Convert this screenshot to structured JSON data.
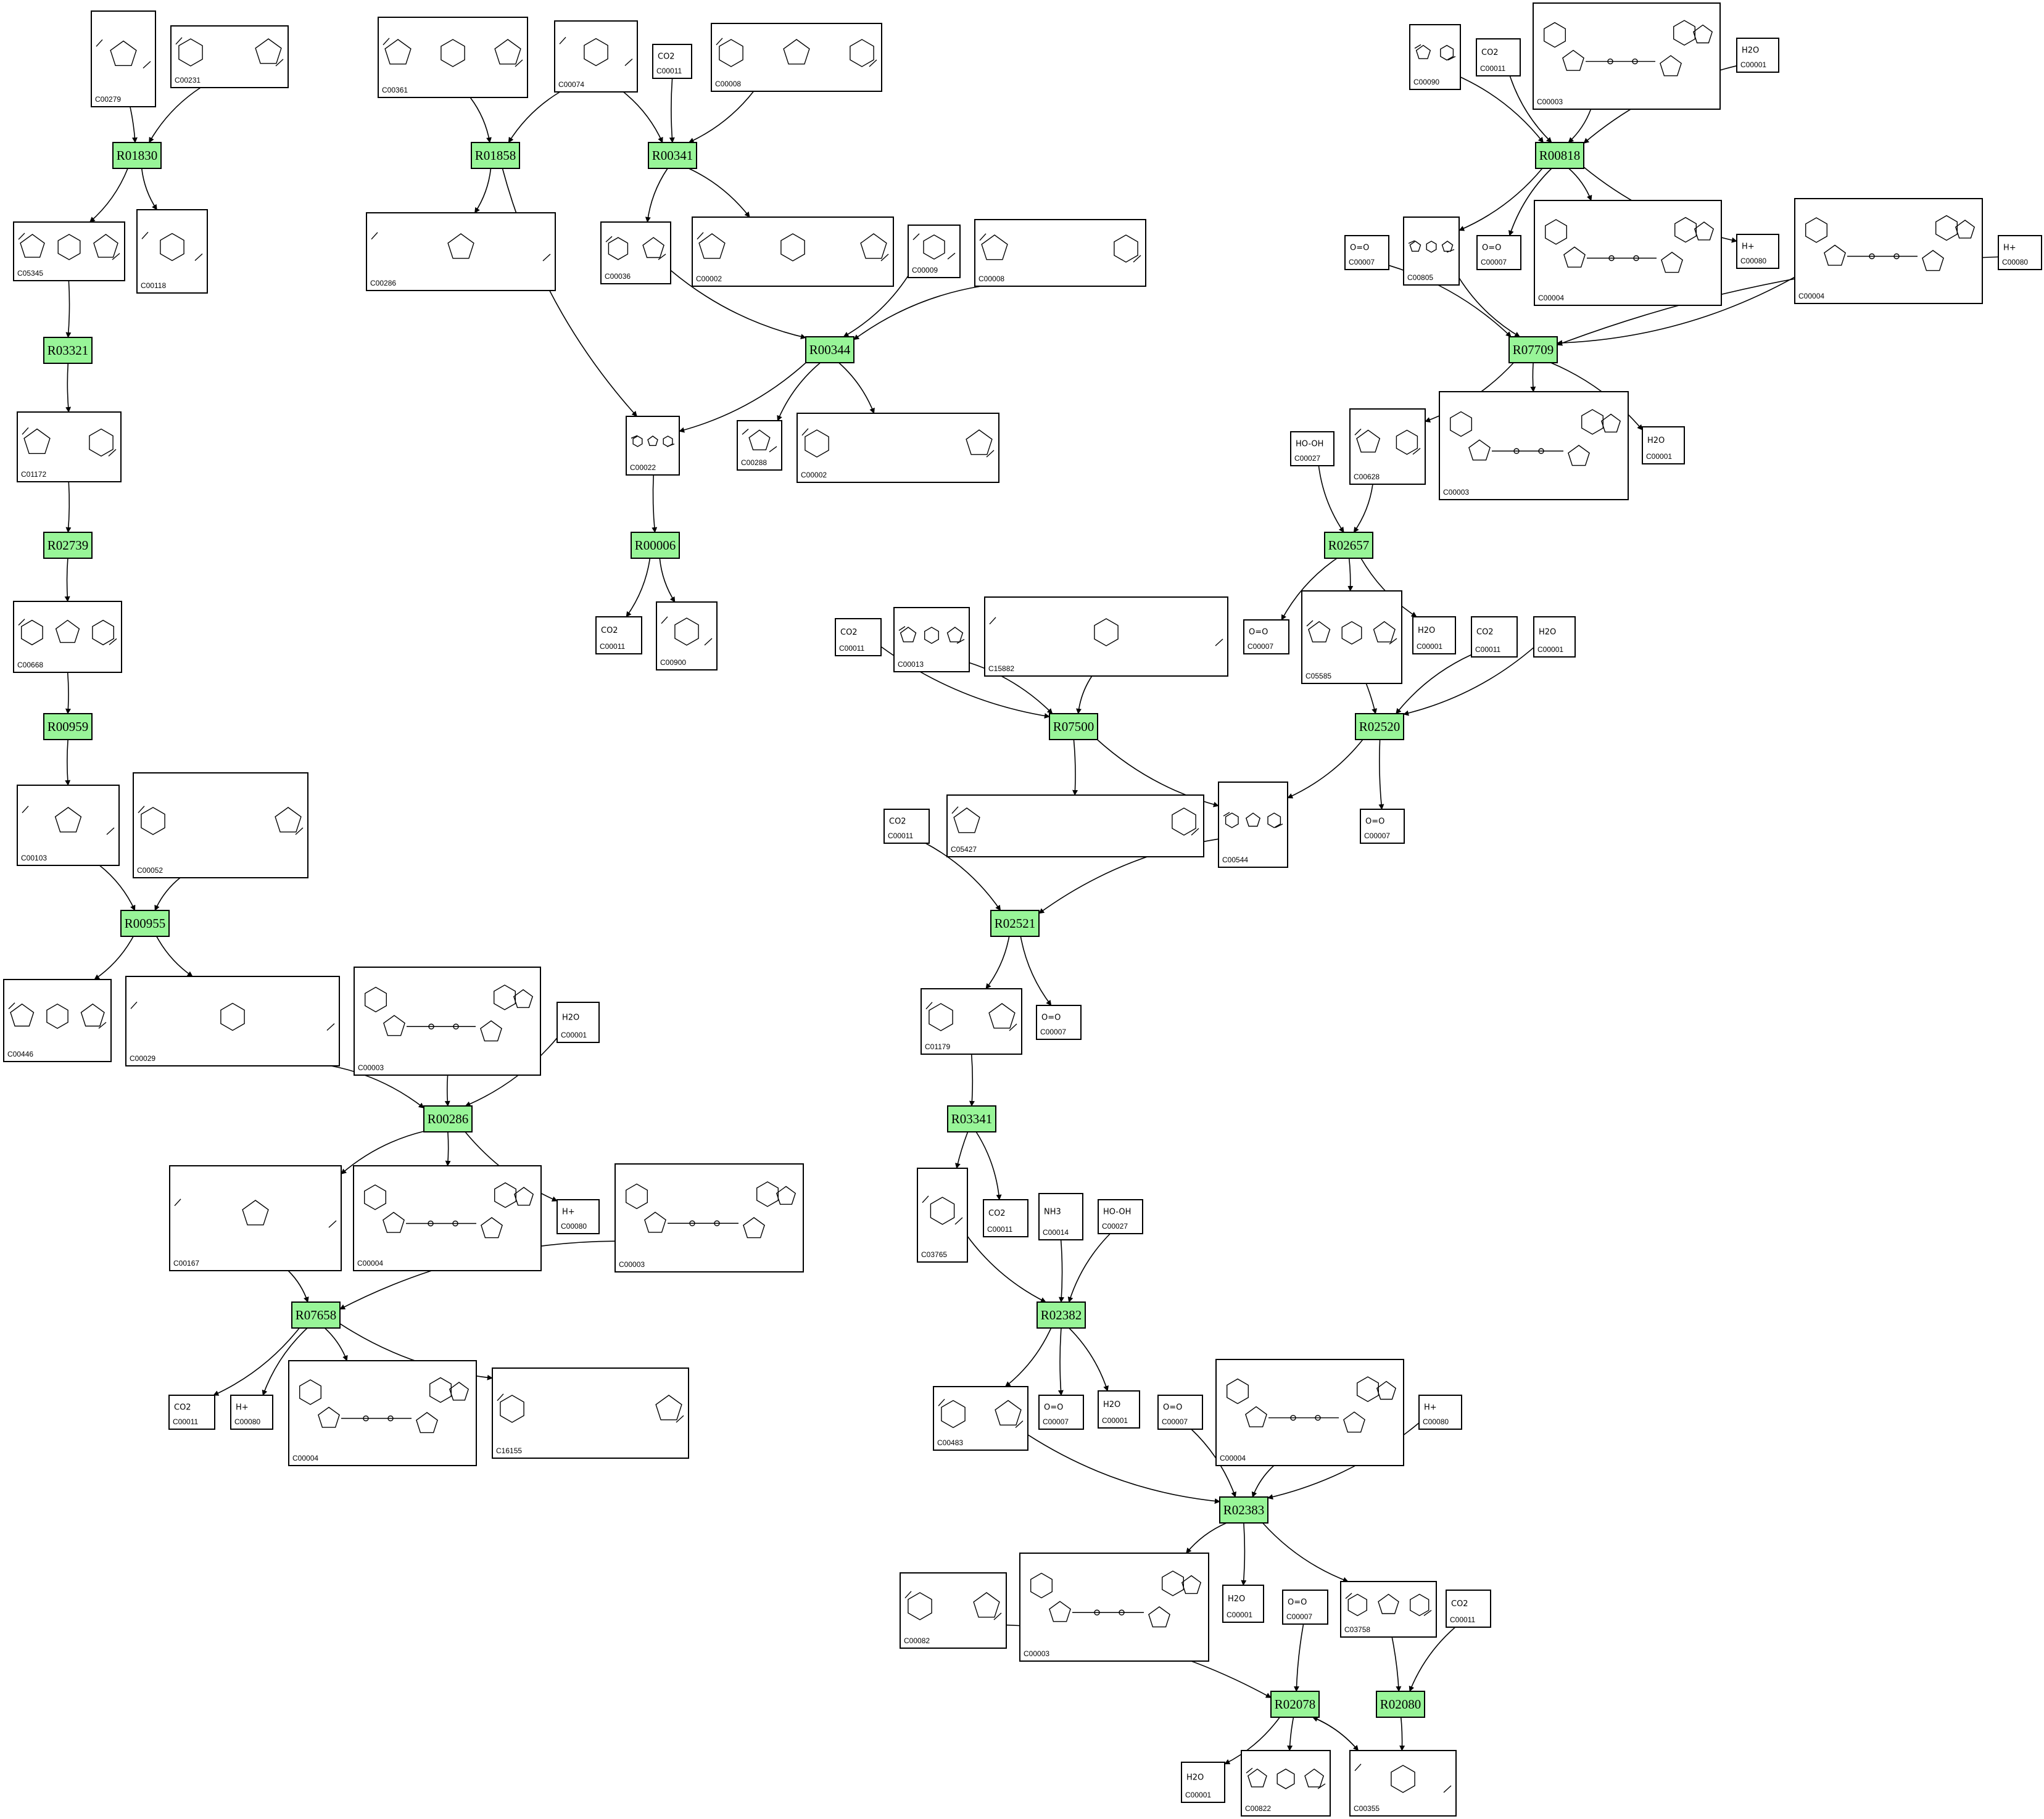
{
  "colors": {
    "reaction_fill": "#98f598",
    "compound_fill": "#ffffff",
    "stroke": "#000000"
  },
  "reactions": [
    {
      "id": "R01830",
      "label": "R01830"
    },
    {
      "id": "R03321",
      "label": "R03321"
    },
    {
      "id": "R02739",
      "label": "R02739"
    },
    {
      "id": "R00959",
      "label": "R00959"
    },
    {
      "id": "R00955",
      "label": "R00955"
    },
    {
      "id": "R00286",
      "label": "R00286"
    },
    {
      "id": "R07658",
      "label": "R07658"
    },
    {
      "id": "R01858",
      "label": "R01858"
    },
    {
      "id": "R00341",
      "label": "R00341"
    },
    {
      "id": "R00344",
      "label": "R00344"
    },
    {
      "id": "R00006",
      "label": "R00006"
    },
    {
      "id": "R00818",
      "label": "R00818"
    },
    {
      "id": "R07709",
      "label": "R07709"
    },
    {
      "id": "R02657",
      "label": "R02657"
    },
    {
      "id": "R02520",
      "label": "R02520"
    },
    {
      "id": "R07500",
      "label": "R07500"
    },
    {
      "id": "R02521",
      "label": "R02521"
    },
    {
      "id": "R03341",
      "label": "R03341"
    },
    {
      "id": "R02382",
      "label": "R02382"
    },
    {
      "id": "R02383",
      "label": "R02383"
    },
    {
      "id": "R02078",
      "label": "R02078"
    },
    {
      "id": "R02080",
      "label": "R02080"
    }
  ],
  "compounds": [
    {
      "key": "c01",
      "label": "C00279"
    },
    {
      "key": "c02",
      "label": "C00231"
    },
    {
      "key": "c03",
      "label": "C05345"
    },
    {
      "key": "c04",
      "label": "C00118"
    },
    {
      "key": "c05",
      "label": "C01172"
    },
    {
      "key": "c06",
      "label": "C00668"
    },
    {
      "key": "c07",
      "label": "C00103"
    },
    {
      "key": "c08",
      "label": "C00052"
    },
    {
      "key": "c09",
      "label": "C00446"
    },
    {
      "key": "c10",
      "label": "C00029"
    },
    {
      "key": "c11",
      "label": "C00003"
    },
    {
      "key": "c12",
      "label": "C00001",
      "formula": "H2O"
    },
    {
      "key": "c13",
      "label": "C00167"
    },
    {
      "key": "c14",
      "label": "C00004"
    },
    {
      "key": "c15",
      "label": "C00080",
      "formula": "H+"
    },
    {
      "key": "c16",
      "label": "C00003"
    },
    {
      "key": "c17",
      "label": "C00011",
      "formula": "CO2"
    },
    {
      "key": "c18",
      "label": "C00080",
      "formula": "H+"
    },
    {
      "key": "c19",
      "label": "C00004"
    },
    {
      "key": "c20",
      "label": "C16155"
    },
    {
      "key": "c21",
      "label": "C00361"
    },
    {
      "key": "c22",
      "label": "C00074"
    },
    {
      "key": "c23",
      "label": "C00011",
      "formula": "CO2"
    },
    {
      "key": "c24",
      "label": "C00008"
    },
    {
      "key": "c25",
      "label": "C00286"
    },
    {
      "key": "c26",
      "label": "C00036"
    },
    {
      "key": "c27",
      "label": "C00002"
    },
    {
      "key": "c28",
      "label": "C00009"
    },
    {
      "key": "c29",
      "label": "C00008"
    },
    {
      "key": "c30",
      "label": "C00022"
    },
    {
      "key": "c31",
      "label": "C00288"
    },
    {
      "key": "c32",
      "label": "C00002"
    },
    {
      "key": "c33",
      "label": "C00011",
      "formula": "CO2"
    },
    {
      "key": "c34",
      "label": "C00900"
    },
    {
      "key": "c35",
      "label": "C00090"
    },
    {
      "key": "c36",
      "label": "C00011",
      "formula": "CO2"
    },
    {
      "key": "c37",
      "label": "C00003"
    },
    {
      "key": "c38",
      "label": "C00001",
      "formula": "H2O"
    },
    {
      "key": "c39",
      "label": "C00805"
    },
    {
      "key": "c40",
      "label": "C00007",
      "formula": "O=O"
    },
    {
      "key": "c41",
      "label": "C00004"
    },
    {
      "key": "c42",
      "label": "C00080",
      "formula": "H+"
    },
    {
      "key": "c43",
      "label": "C00007",
      "formula": "O=O"
    },
    {
      "key": "c44",
      "label": "C00004"
    },
    {
      "key": "c45",
      "label": "C00080",
      "formula": "H+"
    },
    {
      "key": "c46",
      "label": "C00027",
      "formula": "HO-OH"
    },
    {
      "key": "c47",
      "label": "C00628"
    },
    {
      "key": "c48",
      "label": "C00003"
    },
    {
      "key": "c49",
      "label": "C00001",
      "formula": "H2O"
    },
    {
      "key": "c50",
      "label": "C00007",
      "formula": "O=O"
    },
    {
      "key": "c51",
      "label": "C05585"
    },
    {
      "key": "c52",
      "label": "C00001",
      "formula": "H2O"
    },
    {
      "key": "c53",
      "label": "C00011",
      "formula": "CO2"
    },
    {
      "key": "c54",
      "label": "C00001",
      "formula": "H2O"
    },
    {
      "key": "c55",
      "label": "C00007",
      "formula": "O=O"
    },
    {
      "key": "c56",
      "label": "C00011",
      "formula": "CO2"
    },
    {
      "key": "c57",
      "label": "C00013"
    },
    {
      "key": "c58",
      "label": "C15882"
    },
    {
      "key": "c59",
      "label": "C05427"
    },
    {
      "key": "c60",
      "label": "C00544"
    },
    {
      "key": "c61",
      "label": "C00011",
      "formula": "CO2"
    },
    {
      "key": "c62",
      "label": "C01179"
    },
    {
      "key": "c63",
      "label": "C00007",
      "formula": "O=O"
    },
    {
      "key": "c64",
      "label": "C03765"
    },
    {
      "key": "c65",
      "label": "C00011",
      "formula": "CO2"
    },
    {
      "key": "c66",
      "label": "C00014",
      "formula": "NH3"
    },
    {
      "key": "c67",
      "label": "C00027",
      "formula": "HO-OH"
    },
    {
      "key": "c68",
      "label": "C00483"
    },
    {
      "key": "c69",
      "label": "C00007",
      "formula": "O=O"
    },
    {
      "key": "c70",
      "label": "C00001",
      "formula": "H2O"
    },
    {
      "key": "c71",
      "label": "C00007",
      "formula": "O=O"
    },
    {
      "key": "c72",
      "label": "C00004"
    },
    {
      "key": "c73",
      "label": "C00080",
      "formula": "H+"
    },
    {
      "key": "c74",
      "label": "C00082"
    },
    {
      "key": "c75",
      "label": "C00003"
    },
    {
      "key": "c76",
      "label": "C00001",
      "formula": "H2O"
    },
    {
      "key": "c77",
      "label": "C00007",
      "formula": "O=O"
    },
    {
      "key": "c78",
      "label": "C03758"
    },
    {
      "key": "c79",
      "label": "C00011",
      "formula": "CO2"
    },
    {
      "key": "c80",
      "label": "C00001",
      "formula": "H2O"
    },
    {
      "key": "c81",
      "label": "C00822"
    },
    {
      "key": "c82",
      "label": "C00355"
    }
  ]
}
